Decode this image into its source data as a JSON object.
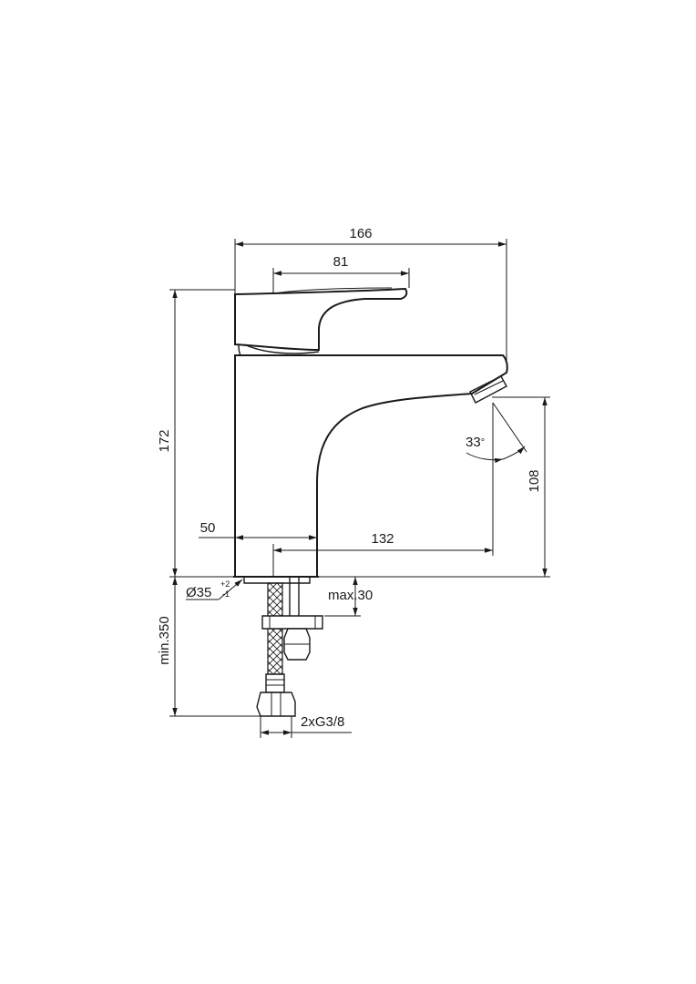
{
  "dimensions": {
    "overall_width": "166",
    "lever_width": "81",
    "total_height": "172",
    "body_offset": "50",
    "reach": "132",
    "outlet_height": "108",
    "spout_angle_value": "33",
    "spout_angle_unit": "°",
    "hole_diameter": "Ø35",
    "hole_tol_plus": "+2",
    "hole_tol_minus": "-1",
    "max_deck": "max.30",
    "hose_length": "min.350",
    "connection": "2xG3/8"
  },
  "colors": {
    "line": "#1a1a1a",
    "background": "#ffffff"
  }
}
